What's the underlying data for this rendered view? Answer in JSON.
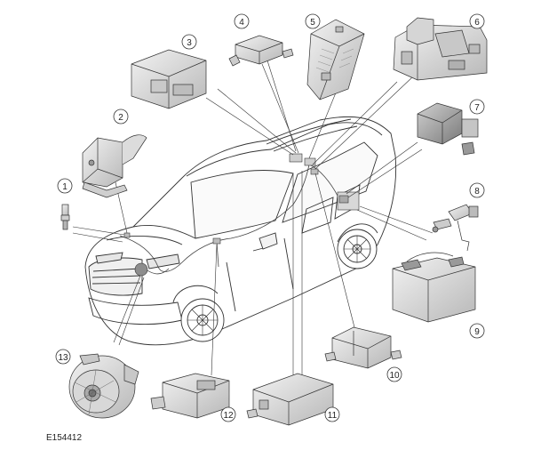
{
  "diagram": {
    "reference_code": "E154412",
    "callouts": [
      {
        "id": "1",
        "label": "1"
      },
      {
        "id": "2",
        "label": "2"
      },
      {
        "id": "3",
        "label": "3"
      },
      {
        "id": "4",
        "label": "4"
      },
      {
        "id": "5",
        "label": "5"
      },
      {
        "id": "6",
        "label": "6"
      },
      {
        "id": "7",
        "label": "7"
      },
      {
        "id": "8",
        "label": "8"
      },
      {
        "id": "9",
        "label": "9"
      },
      {
        "id": "10",
        "label": "10"
      },
      {
        "id": "11",
        "label": "11"
      },
      {
        "id": "12",
        "label": "12"
      },
      {
        "id": "13",
        "label": "13"
      }
    ],
    "colors": {
      "line": "#2a2a2a",
      "component_fill": "#e6e6e6",
      "component_dark": "#9a9a9a",
      "vehicle_fill": "#ffffff"
    }
  }
}
